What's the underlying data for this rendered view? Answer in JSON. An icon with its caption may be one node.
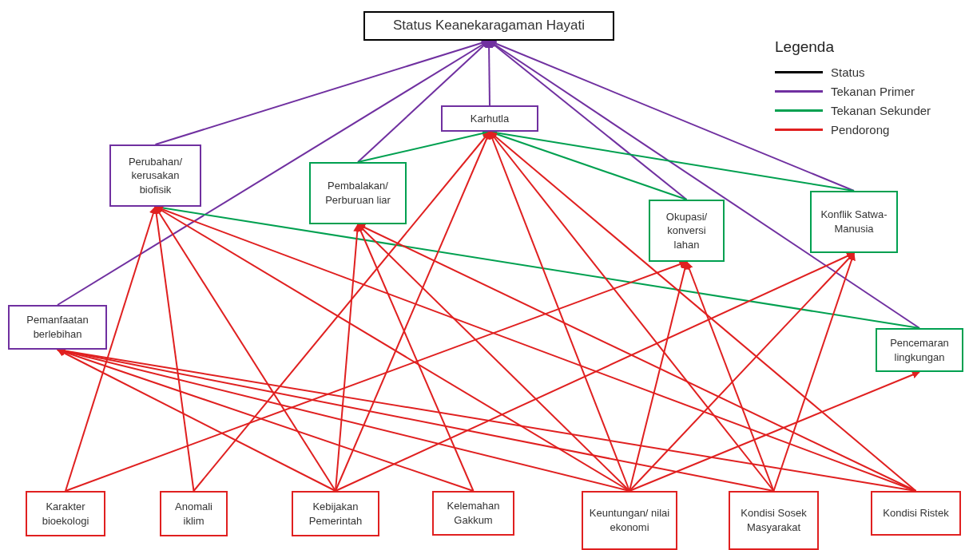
{
  "diagram": {
    "nodes": [
      {
        "text": [
          "Status Keanekaragaman Hayati"
        ]
      },
      {
        "text": [
          "Perubahan/ kerusakan biofisik"
        ]
      },
      {
        "text": [
          "Karhutla"
        ]
      },
      {
        "text": [
          "Pembalakan/ Perburuan liar"
        ]
      },
      {
        "text": [
          "Okupasi/ konversi lahan"
        ]
      },
      {
        "text": [
          "Konflik Satwa-Manusia"
        ]
      },
      {
        "text": [
          "Pemanfaatan berlebihan"
        ]
      },
      {
        "text": [
          "Pencemaran lingkungan"
        ]
      },
      {
        "text": [
          "Karakter bioekologi"
        ]
      },
      {
        "text": [
          "Anomali iklim"
        ]
      },
      {
        "text": [
          "Kebijakan Pemerintah"
        ]
      },
      {
        "text": [
          "Kelemahan Gakkum"
        ]
      },
      {
        "text": [
          "Keuntungan/ nilai ekonomi"
        ]
      },
      {
        "text": [
          "Kondisi Sosek Masyarakat"
        ]
      },
      {
        "text": [
          "Kondisi Ristek"
        ]
      }
    ],
    "edges": [
      {
        "from": 1,
        "to": 0,
        "arrow": "to",
        "color": "#7030a0"
      },
      {
        "from": 6,
        "to": 0,
        "arrow": "to",
        "color": "#7030a0"
      },
      {
        "from": 3,
        "to": 0,
        "arrow": "to",
        "color": "#7030a0"
      },
      {
        "from": 2,
        "to": 0,
        "arrow": "to",
        "color": "#7030a0"
      },
      {
        "from": 4,
        "to": 0,
        "arrow": "to",
        "color": "#7030a0"
      },
      {
        "from": 7,
        "to": 0,
        "arrow": "to",
        "color": "#7030a0"
      },
      {
        "from": 5,
        "to": 0,
        "arrow": "to",
        "color": "#7030a0"
      },
      {
        "from": 3,
        "to": 2,
        "arrow": "to",
        "color": "#00a050"
      },
      {
        "from": 4,
        "to": 2,
        "arrow": "to",
        "color": "#00a050"
      },
      {
        "from": 5,
        "to": 2,
        "arrow": "to",
        "color": "#00a050"
      },
      {
        "from": 7,
        "to": 1,
        "arrow": "to",
        "color": "#00a050"
      },
      {
        "from": 8,
        "to": 1,
        "arrow": "to"
      },
      {
        "from": 9,
        "to": 1,
        "arrow": "to"
      },
      {
        "from": 10,
        "to": 1,
        "arrow": "to"
      },
      {
        "from": 12,
        "to": 1,
        "arrow": "to"
      },
      {
        "from": 14,
        "to": 1,
        "arrow": "to"
      },
      {
        "from": 10,
        "to": 3,
        "arrow": "to"
      },
      {
        "from": 11,
        "to": 3,
        "arrow": "to"
      },
      {
        "from": 12,
        "to": 3,
        "arrow": "to"
      },
      {
        "from": 14,
        "to": 3,
        "arrow": "to"
      },
      {
        "from": 9,
        "to": 2,
        "arrow": "to"
      },
      {
        "from": 10,
        "to": 2,
        "arrow": "to"
      },
      {
        "from": 12,
        "to": 2,
        "arrow": "to"
      },
      {
        "from": 13,
        "to": 2,
        "arrow": "to"
      },
      {
        "from": 14,
        "to": 2,
        "arrow": "to"
      },
      {
        "from": 8,
        "to": 4,
        "arrow": "to"
      },
      {
        "from": 12,
        "to": 4,
        "arrow": "to"
      },
      {
        "from": 13,
        "to": 4,
        "arrow": "to"
      },
      {
        "from": 10,
        "to": 5,
        "arrow": "to"
      },
      {
        "from": 12,
        "to": 5,
        "arrow": "to"
      },
      {
        "from": 13,
        "to": 5,
        "arrow": "to"
      },
      {
        "from": 10,
        "to": 6,
        "arrow": "to"
      },
      {
        "from": 11,
        "to": 6,
        "arrow": "to"
      },
      {
        "from": 12,
        "to": 6,
        "arrow": "to"
      },
      {
        "from": 13,
        "to": 6,
        "arrow": "to"
      },
      {
        "from": 14,
        "to": 6,
        "arrow": "to"
      },
      {
        "from": 12,
        "to": 7,
        "arrow": "to"
      }
    ],
    "labels": [
      "Legenda"
    ],
    "legend": [
      {
        "text": "Status"
      },
      {
        "text": "Tekanan Primer"
      },
      {
        "text": "Tekanan Sekunder"
      },
      {
        "text": "Pendorong"
      }
    ]
  }
}
